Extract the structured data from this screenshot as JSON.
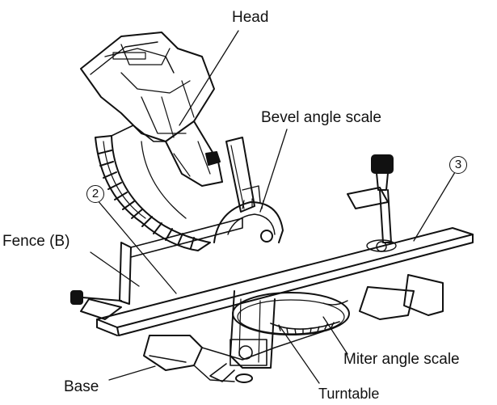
{
  "labels": {
    "head": "Head",
    "bevel_angle_scale": "Bevel angle scale",
    "fence_b": "Fence (B)",
    "miter_angle_scale": "Miter angle scale",
    "base": "Base",
    "turntable": "Turntable",
    "callout_2": "2",
    "callout_3": "3"
  },
  "colors": {
    "line": "#111111",
    "background": "#ffffff"
  }
}
